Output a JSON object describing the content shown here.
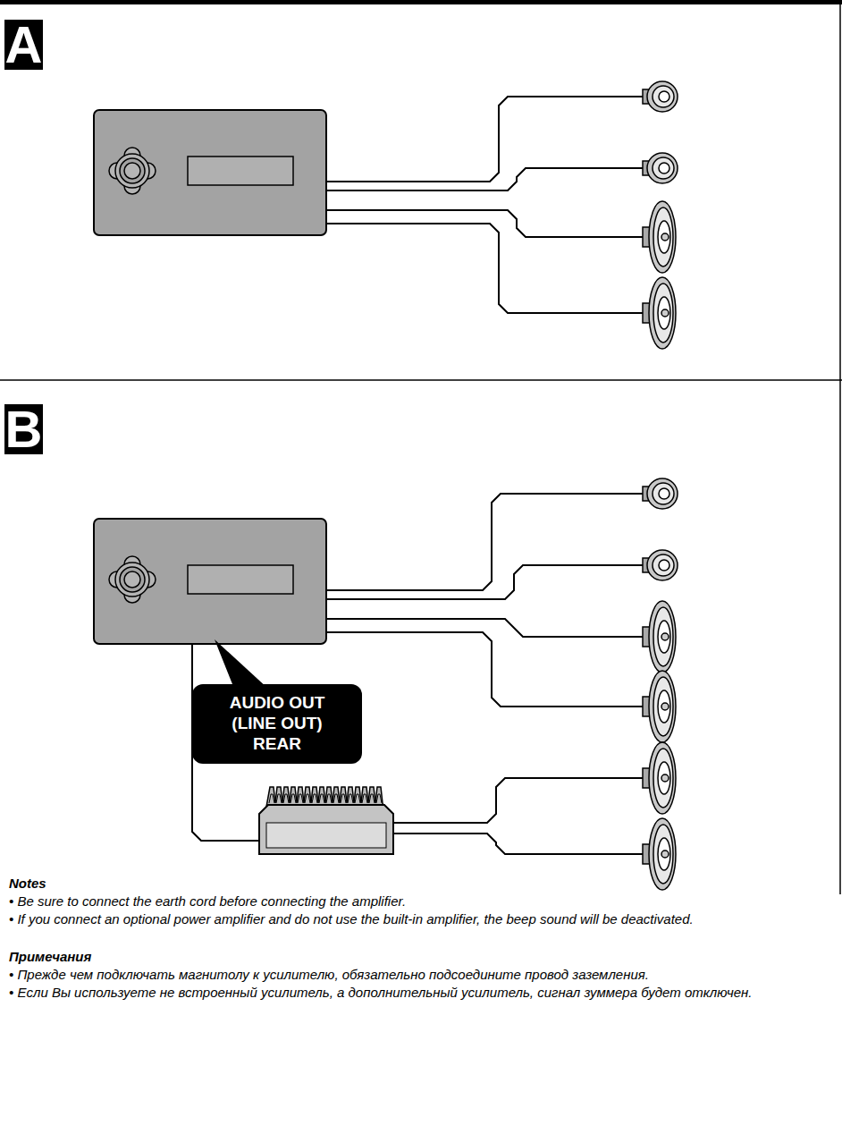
{
  "diagram": {
    "nodes": [
      {
        "text": [
          "A"
        ]
      },
      {
        "text": [
          "B"
        ]
      },
      {
        "text": [
          "AUDIO OUT (LINE OUT) REAR"
        ]
      }
    ],
    "labels": [
      "Notes",
      "• Be sure to connect the earth cord before connecting the amplifier.",
      "• If you connect an optional power amplifier and do not use the built-in amplifier, the beep sound will be deactivated.",
      "Примечания",
      "• Прежде чем подключать магнитолу к усилителю, обязательно подсоедините провод заземления.",
      "• Если Вы используете не встроенный усилитель, а дополнительный усилитель, сигнал зуммера будет отключен."
    ]
  }
}
